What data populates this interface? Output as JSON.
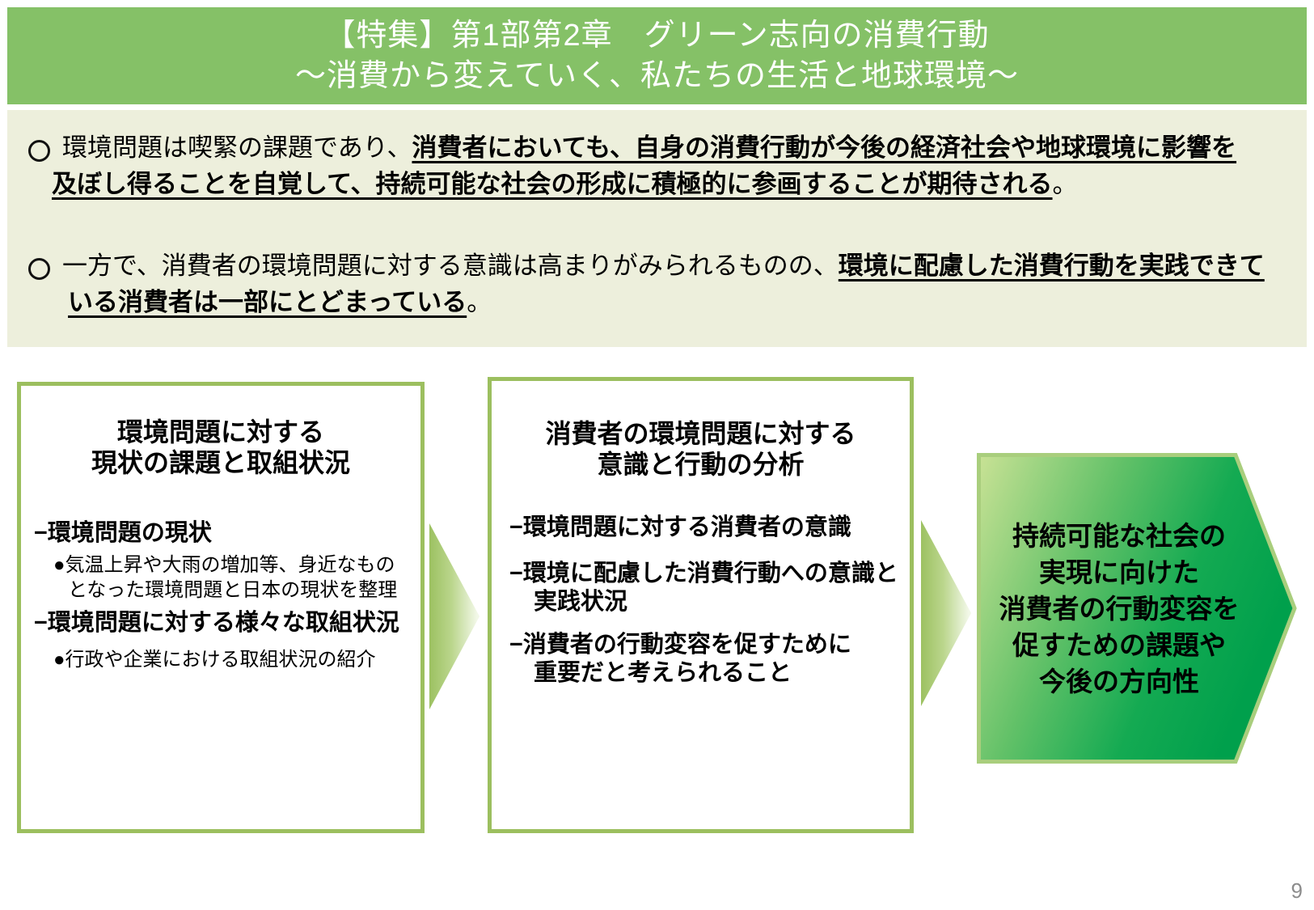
{
  "header": {
    "line1": "【特集】第1部第2章　グリーン志向の消費行動",
    "line2": "～消費から変えていく、私たちの生活と地球環境～"
  },
  "summary": {
    "bullets": [
      {
        "lines": [
          {
            "runs": [
              {
                "t": "環境問題は喫緊の課題であり、",
                "em": false
              },
              {
                "t": "消費者においても、自身の消費行動が今後の経済社会や地球環境に影響を",
                "em": true
              }
            ]
          },
          {
            "runs": [
              {
                "t": "及ぼし得ることを自覚して、持続可能な社会の形成に積極的に参画することが期待される",
                "em": true
              },
              {
                "t": "。",
                "em": false
              }
            ]
          }
        ]
      },
      {
        "lines": [
          {
            "runs": [
              {
                "t": "一方で、消費者の環境問題に対する意識は高まりがみられるものの、",
                "em": false
              },
              {
                "t": "環境に配慮した消費行動を実践できて",
                "em": true
              }
            ]
          },
          {
            "runs": [
              {
                "t": "いる消費者は一部にとどまっている",
                "em": true
              },
              {
                "t": "。",
                "em": false
              }
            ]
          }
        ]
      }
    ]
  },
  "boxes": [
    {
      "title": [
        "環境問題に対する",
        "現状の課題と取組状況"
      ],
      "items": [
        {
          "type": "dash",
          "lines": [
            "−環境問題の現状"
          ]
        },
        {
          "type": "dot",
          "lines": [
            "●気温上昇や大雨の増加等、身近なもの",
            "となった環境問題と日本の現状を整理"
          ]
        },
        {
          "type": "dash",
          "lines": [
            "−環境問題に対する様々な取組状況"
          ]
        },
        {
          "type": "dot",
          "lines": [
            "●行政や企業における取組状況の紹介"
          ]
        }
      ]
    },
    {
      "title": [
        "消費者の環境問題に対する",
        "意識と行動の分析"
      ],
      "items": [
        {
          "type": "dash",
          "lines": [
            "−環境問題に対する消費者の意識"
          ]
        },
        {
          "type": "dash",
          "lines": [
            "−環境に配慮した消費行動への意識と",
            "実践状況"
          ]
        },
        {
          "type": "dash",
          "lines": [
            "−消費者の行動変容を促すために",
            "重要だと考えられること"
          ]
        }
      ]
    }
  ],
  "pentagon": {
    "lines": [
      "持続可能な社会の",
      "実現に向けた",
      "消費者の行動変容を",
      "促すための課題や",
      "今後の方向性"
    ]
  },
  "colors": {
    "header_green": "#85C167",
    "panel_beige": "#EDEFDC",
    "box_border_green": "#9CBF5F",
    "arrow_green": "#9CC161",
    "pentagon_light_green": "#C9E295",
    "pentagon_dark_green": "#00A04C"
  },
  "page_number": "9"
}
